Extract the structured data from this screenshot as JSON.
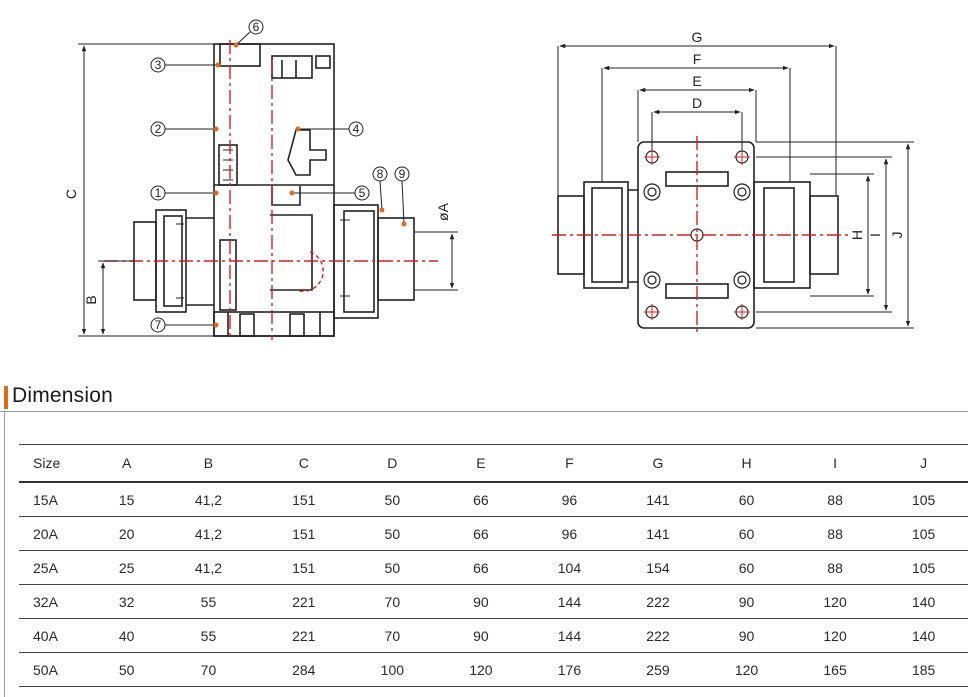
{
  "drawing": {
    "side_view": {
      "callouts": [
        "1",
        "2",
        "3",
        "4",
        "5",
        "6",
        "7",
        "8",
        "9"
      ],
      "dims": {
        "A": "øA",
        "B": "B",
        "C": "C"
      }
    },
    "top_view": {
      "dims": {
        "D": "D",
        "E": "E",
        "F": "F",
        "G": "G",
        "H": "H",
        "I": "I",
        "J": "J"
      }
    }
  },
  "section": {
    "title": "Dimension"
  },
  "table": {
    "headers": [
      "Size",
      "A",
      "B",
      "C",
      "D",
      "E",
      "F",
      "G",
      "H",
      "I",
      "J"
    ],
    "rows": [
      [
        "15A",
        "15",
        "41,2",
        "151",
        "50",
        "66",
        "96",
        "141",
        "60",
        "88",
        "105"
      ],
      [
        "20A",
        "20",
        "41,2",
        "151",
        "50",
        "66",
        "96",
        "141",
        "60",
        "88",
        "105"
      ],
      [
        "25A",
        "25",
        "41,2",
        "151",
        "50",
        "66",
        "104",
        "154",
        "60",
        "88",
        "105"
      ],
      [
        "32A",
        "32",
        "55",
        "221",
        "70",
        "90",
        "144",
        "222",
        "90",
        "120",
        "140"
      ],
      [
        "40A",
        "40",
        "55",
        "221",
        "70",
        "90",
        "144",
        "222",
        "90",
        "120",
        "140"
      ],
      [
        "50A",
        "50",
        "70",
        "284",
        "100",
        "120",
        "176",
        "259",
        "120",
        "165",
        "185"
      ]
    ]
  },
  "colors": {
    "accent": "#e06a1e",
    "centerline": "#d42020",
    "callout_dot": "#e06a1e",
    "line": "#222222"
  }
}
